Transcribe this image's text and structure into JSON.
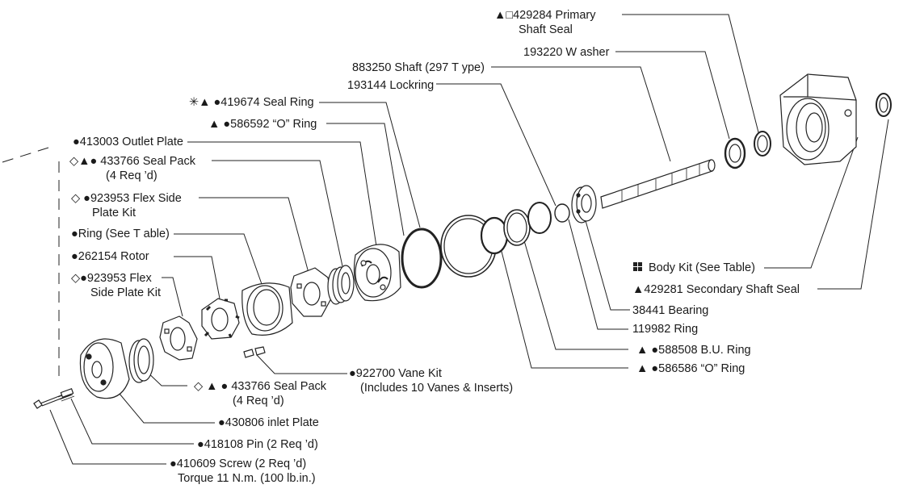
{
  "callouts": {
    "primary_shaft_seal": {
      "line1": "▲□429284 Primary",
      "line2": "Shaft Seal"
    },
    "washer": {
      "line1": "193220 W  asher"
    },
    "shaft": {
      "line1": "883250 Shaft (297 T    ype)"
    },
    "lockring": {
      "line1": "193144 Lockring"
    },
    "seal_ring": {
      "line1": "✳▲ ●419674 Seal Ring"
    },
    "o_ring_586592": {
      "line1": "▲ ●586592  “O” Ring"
    },
    "outlet_plate": {
      "line1": "●413003 Outlet Plate"
    },
    "seal_pack_outlet": {
      "line1": "◇▲● 433766 Seal Pack",
      "line2": "(4 Req  ’d)"
    },
    "flex_side_plate_outlet": {
      "line1": "◇ ●923953 Flex Side",
      "line2": "Plate Kit"
    },
    "ring": {
      "line1": "●Ring (See T   able)"
    },
    "rotor": {
      "line1": "●262154 Rotor"
    },
    "flex_side_plate_inlet": {
      "line1": "◇●923953 Flex",
      "line2": "Side Plate Kit"
    },
    "body_kit": {
      "line1": "Body Kit (See Table)"
    },
    "secondary_shaft_seal": {
      "line1": "▲429281 Secondary Shaft Seal"
    },
    "bearing": {
      "line1": "38441 Bearing"
    },
    "ring_119982": {
      "line1": "119982 Ring"
    },
    "bu_ring": {
      "line1": "▲ ●588508 B.U. Ring"
    },
    "o_ring_586586": {
      "line1": "▲ ●586586  “O” Ring"
    },
    "vane_kit": {
      "line1": "●922700 Vane Kit",
      "line2": "(Includes 10 Vanes & Inserts)"
    },
    "seal_pack_inlet": {
      "line1": "◇ ▲ ● 433766 Seal Pack",
      "line2": "(4 Req  ’d)"
    },
    "inlet_plate": {
      "line1": "●430806 inlet Plate"
    },
    "pin": {
      "line1": "●418108 Pin (2 Req    ’d)"
    },
    "screw": {
      "line1": "●410609 Screw (2 Req     ’d)",
      "line2": "Torque 11 N.m. (100 lb.in.)"
    }
  }
}
